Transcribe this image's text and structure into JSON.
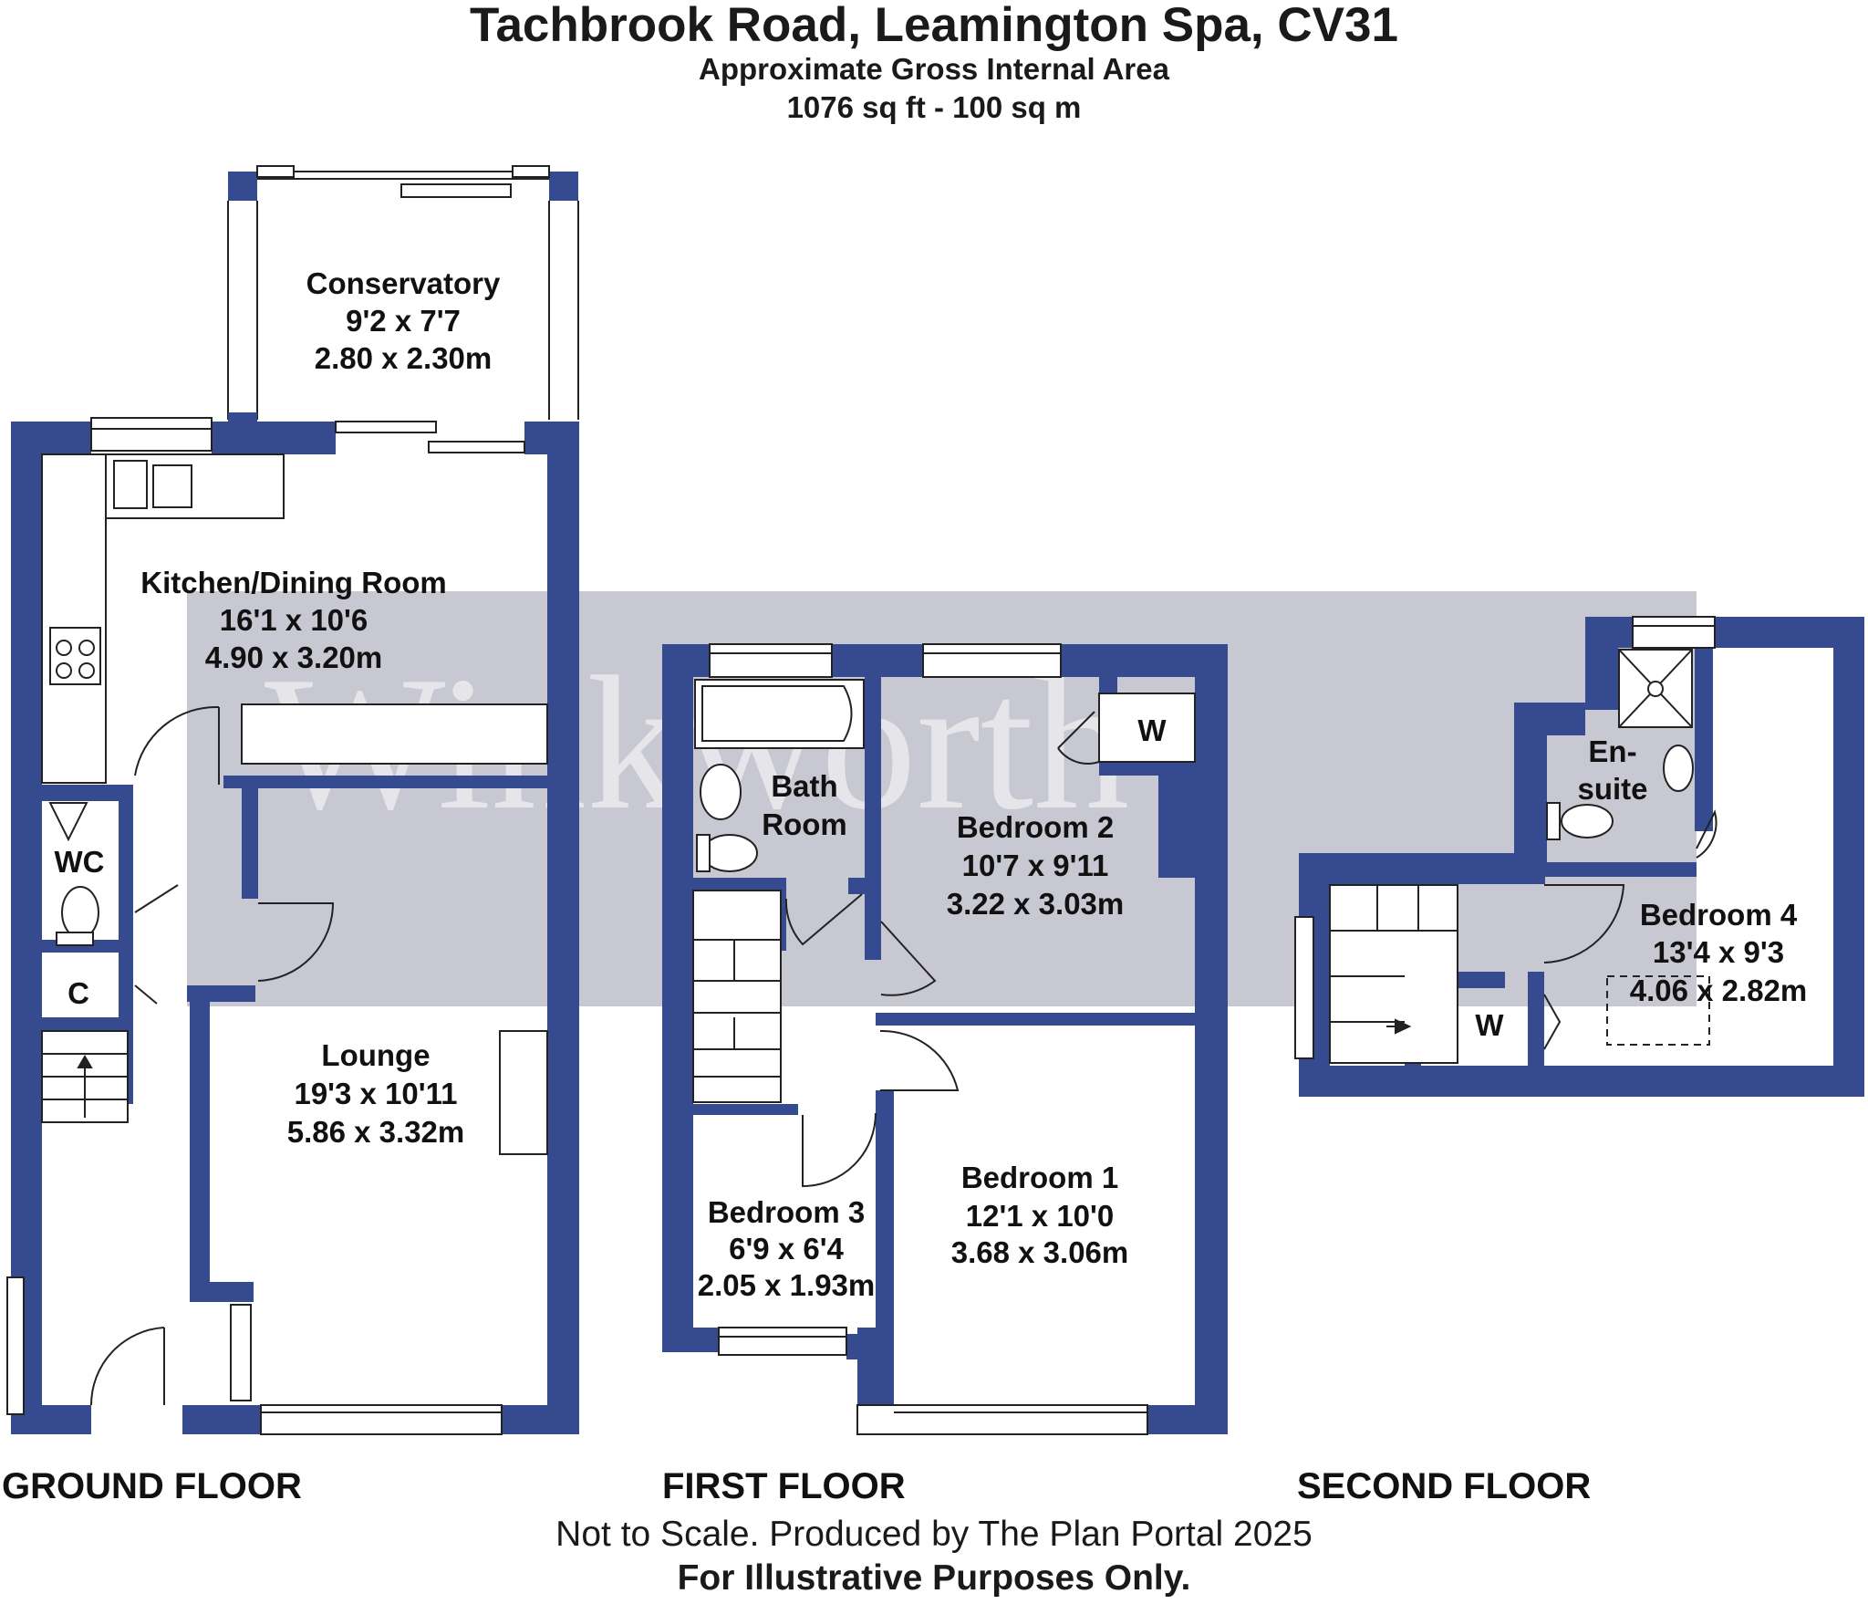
{
  "header": {
    "title": "Tachbrook Road, Leamington Spa, CV31",
    "subtitle": "Approximate Gross Internal Area",
    "area": "1076 sq ft - 100 sq m"
  },
  "watermark": "Winkworth",
  "colors": {
    "wall": "#364A8F",
    "watermark_band": "#C8C8D2",
    "text": "#1a1a1a"
  },
  "floors": {
    "ground": "GROUND FLOOR",
    "first": "FIRST FLOOR",
    "second": "SECOND FLOOR"
  },
  "rooms": {
    "conservatory": {
      "name": "Conservatory",
      "imperial": "9'2 x 7'7",
      "metric": "2.80 x 2.30m"
    },
    "kitchen": {
      "name": "Kitchen/Dining Room",
      "imperial": "16'1 x 10'6",
      "metric": "4.90 x 3.20m"
    },
    "wc": {
      "name": "WC"
    },
    "cupboard": {
      "name": "C"
    },
    "lounge": {
      "name": "Lounge",
      "imperial": "19'3 x 10'11",
      "metric": "5.86 x 3.32m"
    },
    "bathroom": {
      "name1": "Bath",
      "name2": "Room"
    },
    "bedroom2": {
      "name": "Bedroom 2",
      "imperial": "10'7 x 9'11",
      "metric": "3.22 x 3.03m"
    },
    "wardrobe_first": {
      "name": "W"
    },
    "bedroom3": {
      "name": "Bedroom 3",
      "imperial": "6'9 x 6'4",
      "metric": "2.05 x 1.93m"
    },
    "bedroom1": {
      "name": "Bedroom 1",
      "imperial": "12'1 x 10'0",
      "metric": "3.68 x 3.06m"
    },
    "ensuite": {
      "name1": "En-",
      "name2": "suite"
    },
    "bedroom4": {
      "name": "Bedroom 4",
      "imperial": "13'4 x 9'3",
      "metric": "4.06 x 2.82m"
    },
    "wardrobe_second": {
      "name": "W"
    }
  },
  "footer": {
    "note": "Not to Scale. Produced by The Plan Portal 2025",
    "disclaimer": "For Illustrative Purposes Only."
  }
}
